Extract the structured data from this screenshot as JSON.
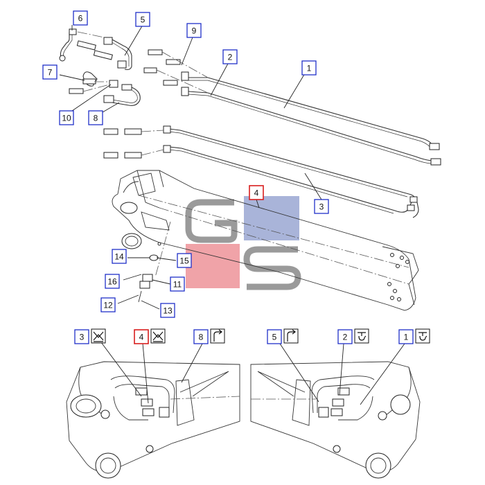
{
  "callouts": [
    {
      "id": "c1",
      "label": "1"
    },
    {
      "id": "c2",
      "label": "2"
    },
    {
      "id": "c3",
      "label": "3"
    },
    {
      "id": "c4",
      "label": "4",
      "highlight": true
    },
    {
      "id": "c5",
      "label": "5"
    },
    {
      "id": "c6",
      "label": "6"
    },
    {
      "id": "c7",
      "label": "7"
    },
    {
      "id": "c8",
      "label": "8"
    },
    {
      "id": "c9",
      "label": "9"
    },
    {
      "id": "c10",
      "label": "10"
    },
    {
      "id": "c11",
      "label": "11"
    },
    {
      "id": "c12",
      "label": "12"
    },
    {
      "id": "c13",
      "label": "13"
    },
    {
      "id": "c14",
      "label": "14"
    },
    {
      "id": "c15",
      "label": "15"
    },
    {
      "id": "c16",
      "label": "16"
    }
  ],
  "legend": [
    {
      "label": "3",
      "icon": "tilt-arrows-symbol"
    },
    {
      "label": "4",
      "icon": "tilt-arrows-symbol",
      "highlight": true
    },
    {
      "label": "8",
      "icon": "hose-return-symbol"
    },
    {
      "label": "5",
      "icon": "hose-return-symbol"
    },
    {
      "label": "2",
      "icon": "lift-cylinder-symbol"
    },
    {
      "label": "1",
      "icon": "lift-cylinder-symbol"
    }
  ],
  "watermark": {
    "letters": [
      "G",
      "S"
    ],
    "colors": {
      "blue": "#a9b4d9",
      "red": "#f0a3a8",
      "gray": "#9a9a9a"
    }
  },
  "colors": {
    "callout_border": "#1f2fc8",
    "highlight_border": "#d81e1e",
    "line": "#222222"
  }
}
